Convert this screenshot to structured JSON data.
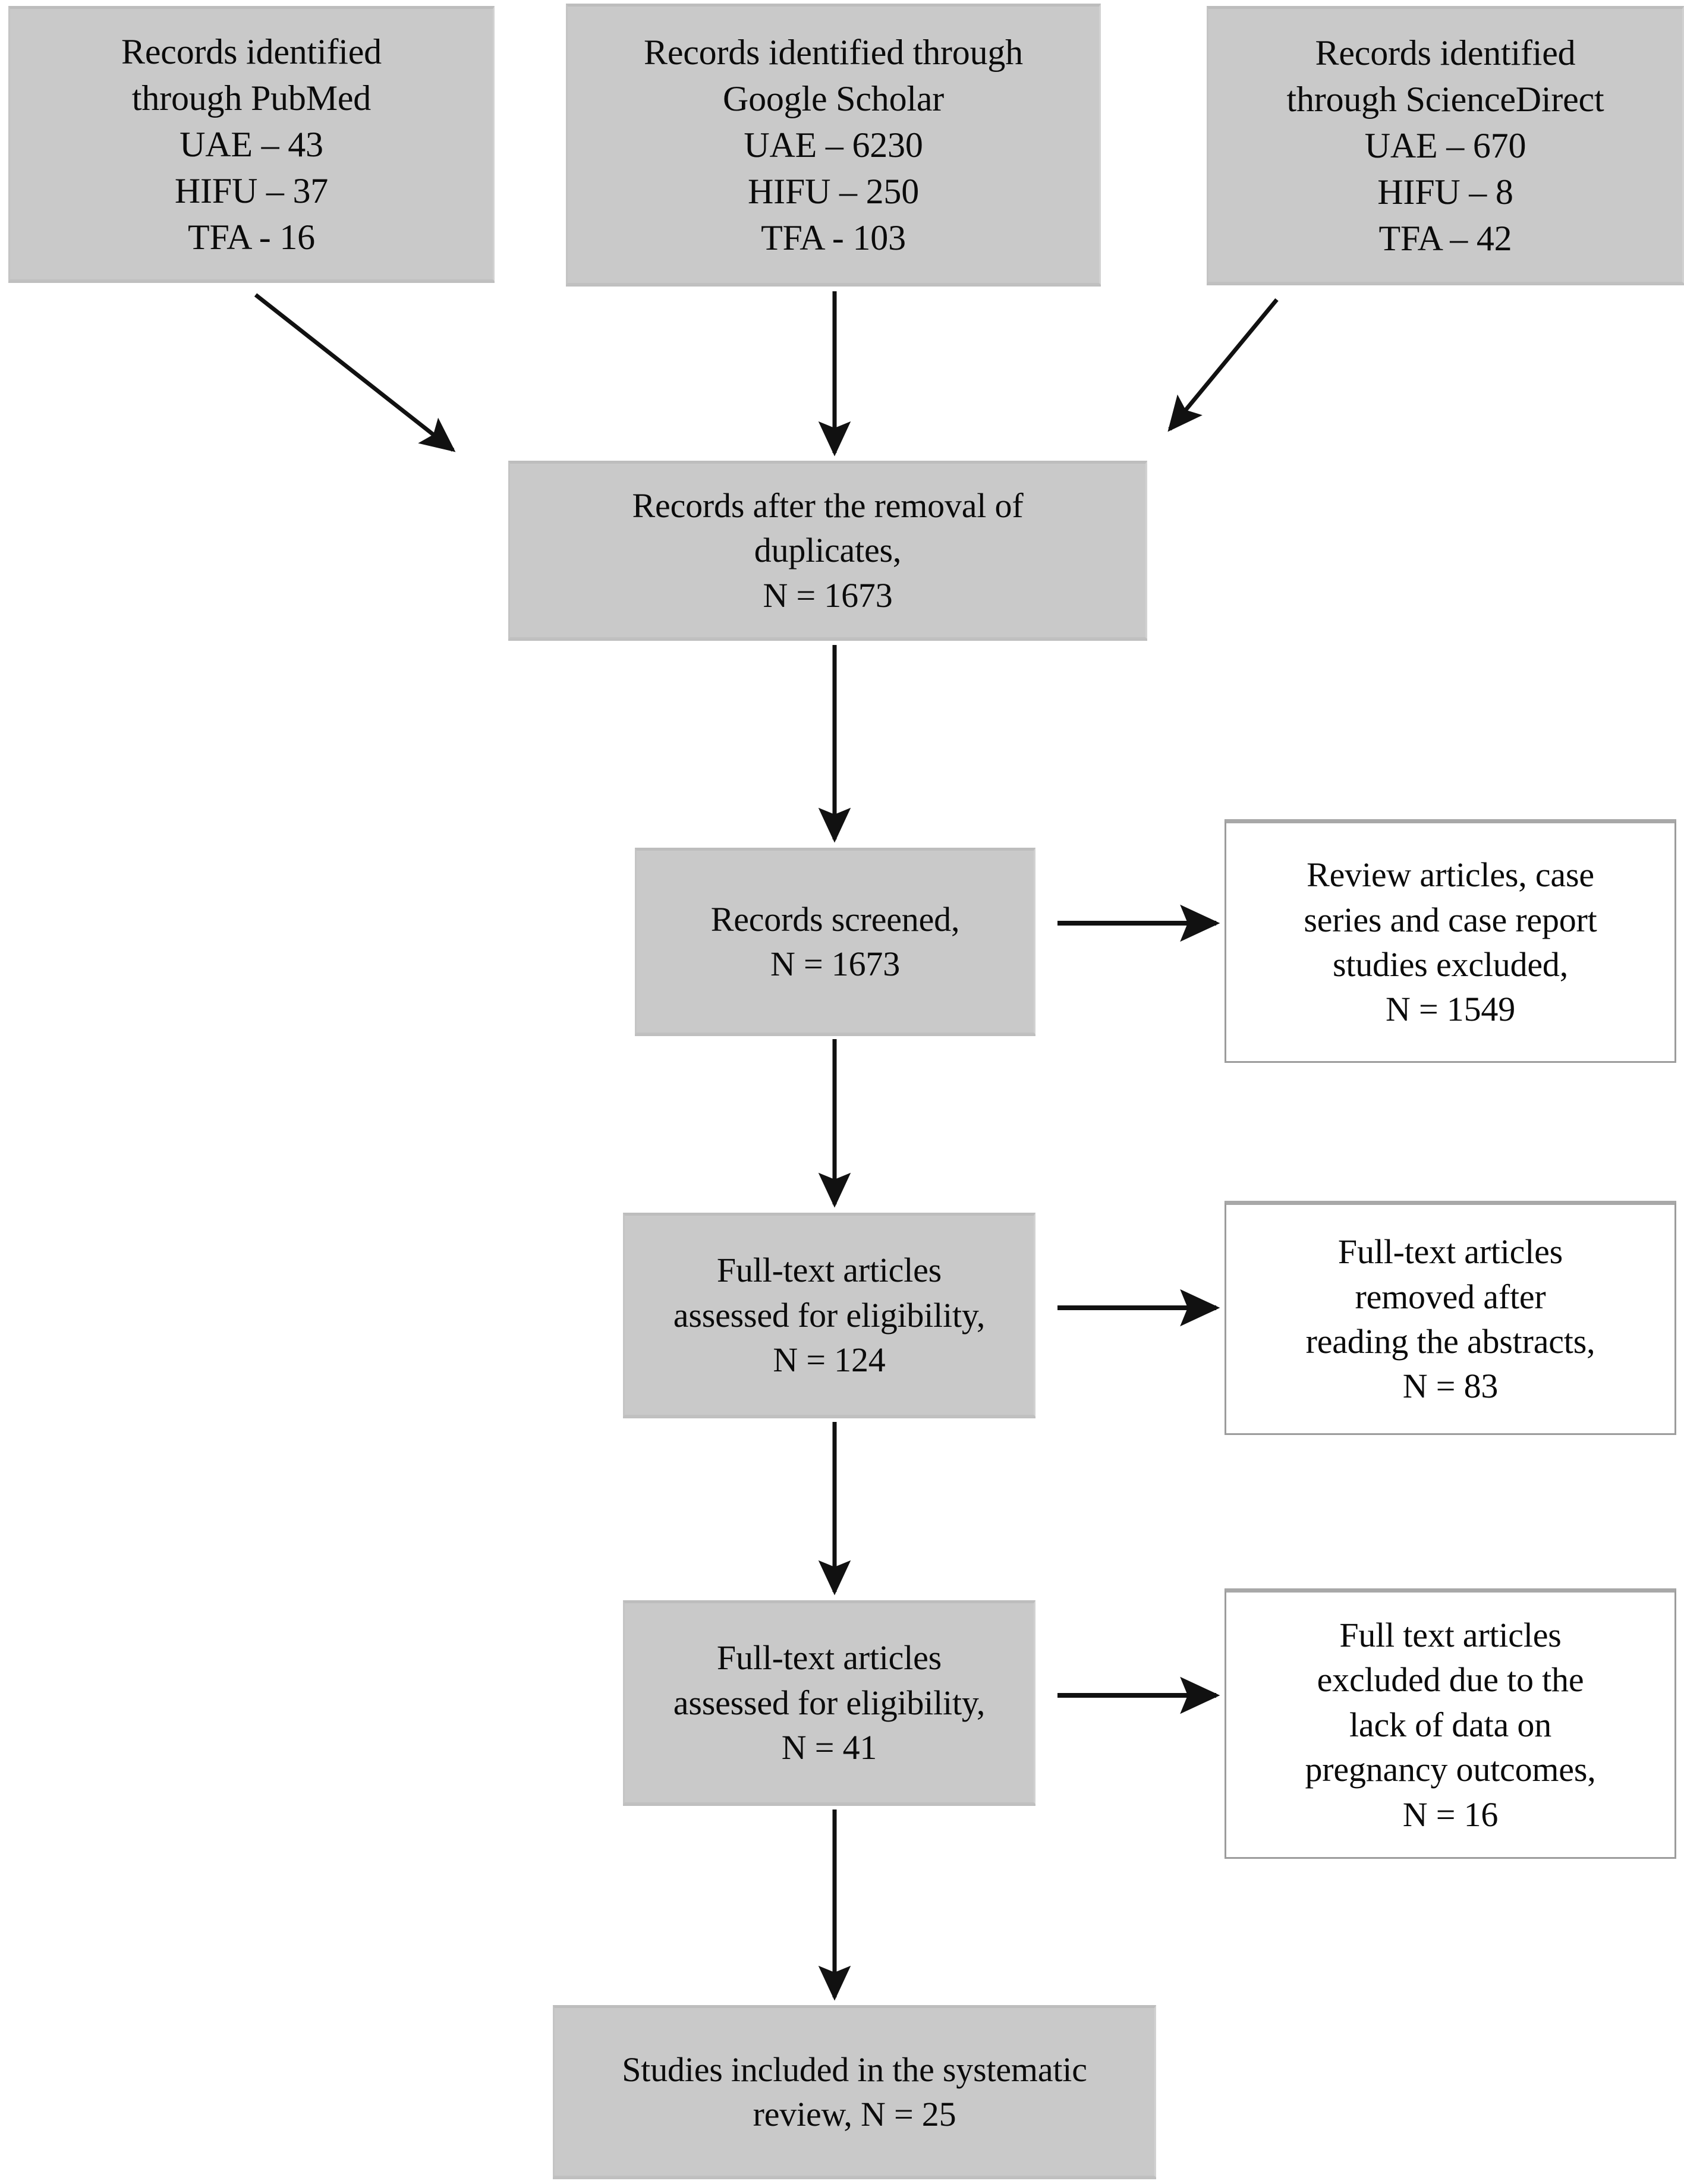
{
  "diagram": {
    "type": "prisma-flow-diagram",
    "colors": {
      "box_fill": "#c9c9c9",
      "box_border": "#9c9c9c",
      "outlined_fill": "#ffffff",
      "text": "#0b0b0b",
      "arrow": "#111111",
      "background": "#ffffff"
    },
    "nodes": {
      "src_pubmed": {
        "lines": [
          "Records identified",
          "through PubMed",
          "UAE – 43",
          "HIFU – 37",
          "TFA - 16"
        ]
      },
      "src_scholar": {
        "lines": [
          "Records identified through",
          "Google Scholar",
          "UAE – 6230",
          "HIFU – 250",
          "TFA - 103"
        ]
      },
      "src_sciencedirect": {
        "lines": [
          "Records identified",
          "through ScienceDirect",
          "UAE – 670",
          "HIFU – 8",
          "TFA – 42"
        ]
      },
      "after_duplicates": {
        "lines": [
          "Records after the removal of",
          "duplicates,",
          "N = 1673"
        ]
      },
      "records_screened": {
        "lines": [
          "Records screened,",
          "N = 1673"
        ]
      },
      "excl_reviews": {
        "lines": [
          "Review articles, case",
          "series and case report",
          "studies excluded,",
          "N = 1549"
        ]
      },
      "eligibility_124": {
        "lines": [
          "Full-text articles",
          "assessed for eligibility,",
          "N = 124"
        ]
      },
      "excl_abstracts": {
        "lines": [
          "Full-text articles",
          "removed after",
          "reading the abstracts,",
          "N = 83"
        ]
      },
      "eligibility_41": {
        "lines": [
          "Full-text articles",
          "assessed for eligibility,",
          "N = 41"
        ]
      },
      "excl_pregnancy": {
        "lines": [
          "Full text articles",
          "excluded due to the",
          "lack of data on",
          "pregnancy outcomes,",
          "N = 16"
        ]
      },
      "included_studies": {
        "lines": [
          "Studies included in the systematic",
          "review, N = 25"
        ]
      }
    },
    "counts": {
      "pubmed_uae": 43,
      "pubmed_hifu": 37,
      "pubmed_tfa": 16,
      "scholar_uae": 6230,
      "scholar_hifu": 250,
      "scholar_tfa": 103,
      "sciencedirect_uae": 670,
      "sciencedirect_hifu": 8,
      "sciencedirect_tfa": 42,
      "after_duplicates": 1673,
      "records_screened": 1673,
      "excluded_reviews_case_series": 1549,
      "fulltext_assessed_first": 124,
      "excluded_after_abstracts": 83,
      "fulltext_assessed_second": 41,
      "excluded_no_pregnancy_data": 16,
      "included_in_review": 25
    },
    "edges": [
      {
        "from": "src_pubmed",
        "to": "after_duplicates",
        "style": "diagonal-down-right"
      },
      {
        "from": "src_scholar",
        "to": "after_duplicates",
        "style": "vertical"
      },
      {
        "from": "src_sciencedirect",
        "to": "after_duplicates",
        "style": "diagonal-down-left"
      },
      {
        "from": "after_duplicates",
        "to": "records_screened",
        "style": "vertical"
      },
      {
        "from": "records_screened",
        "to": "excl_reviews",
        "style": "horizontal"
      },
      {
        "from": "records_screened",
        "to": "eligibility_124",
        "style": "vertical"
      },
      {
        "from": "eligibility_124",
        "to": "excl_abstracts",
        "style": "horizontal"
      },
      {
        "from": "eligibility_124",
        "to": "eligibility_41",
        "style": "vertical"
      },
      {
        "from": "eligibility_41",
        "to": "excl_pregnancy",
        "style": "horizontal"
      },
      {
        "from": "eligibility_41",
        "to": "included_studies",
        "style": "vertical"
      }
    ]
  }
}
